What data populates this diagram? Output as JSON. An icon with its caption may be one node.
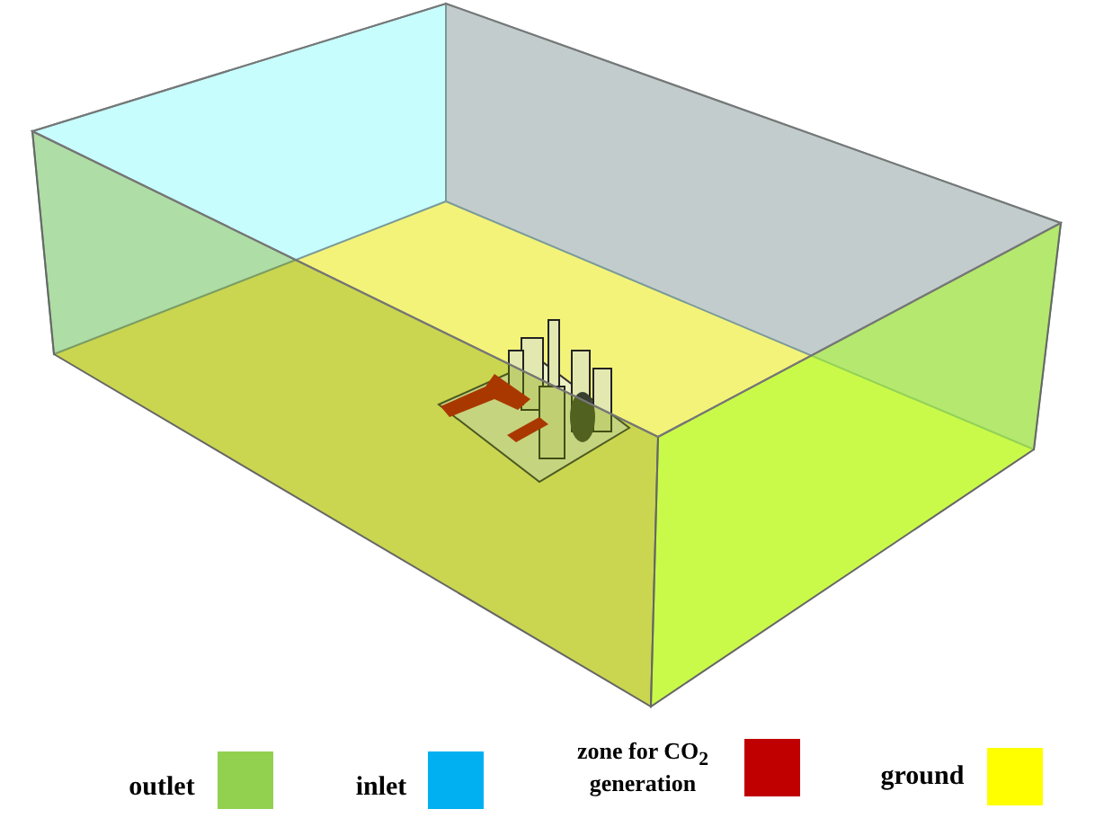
{
  "diagram": {
    "legend": [
      {
        "text": "outlet",
        "color": "#92d050"
      },
      {
        "text": "inlet",
        "color": "#00b0f0"
      },
      {
        "text": "zone for CO$_{2}$ generation",
        "color": "#c00000"
      },
      {
        "text": "ground",
        "color": "#ffff00"
      }
    ]
  }
}
